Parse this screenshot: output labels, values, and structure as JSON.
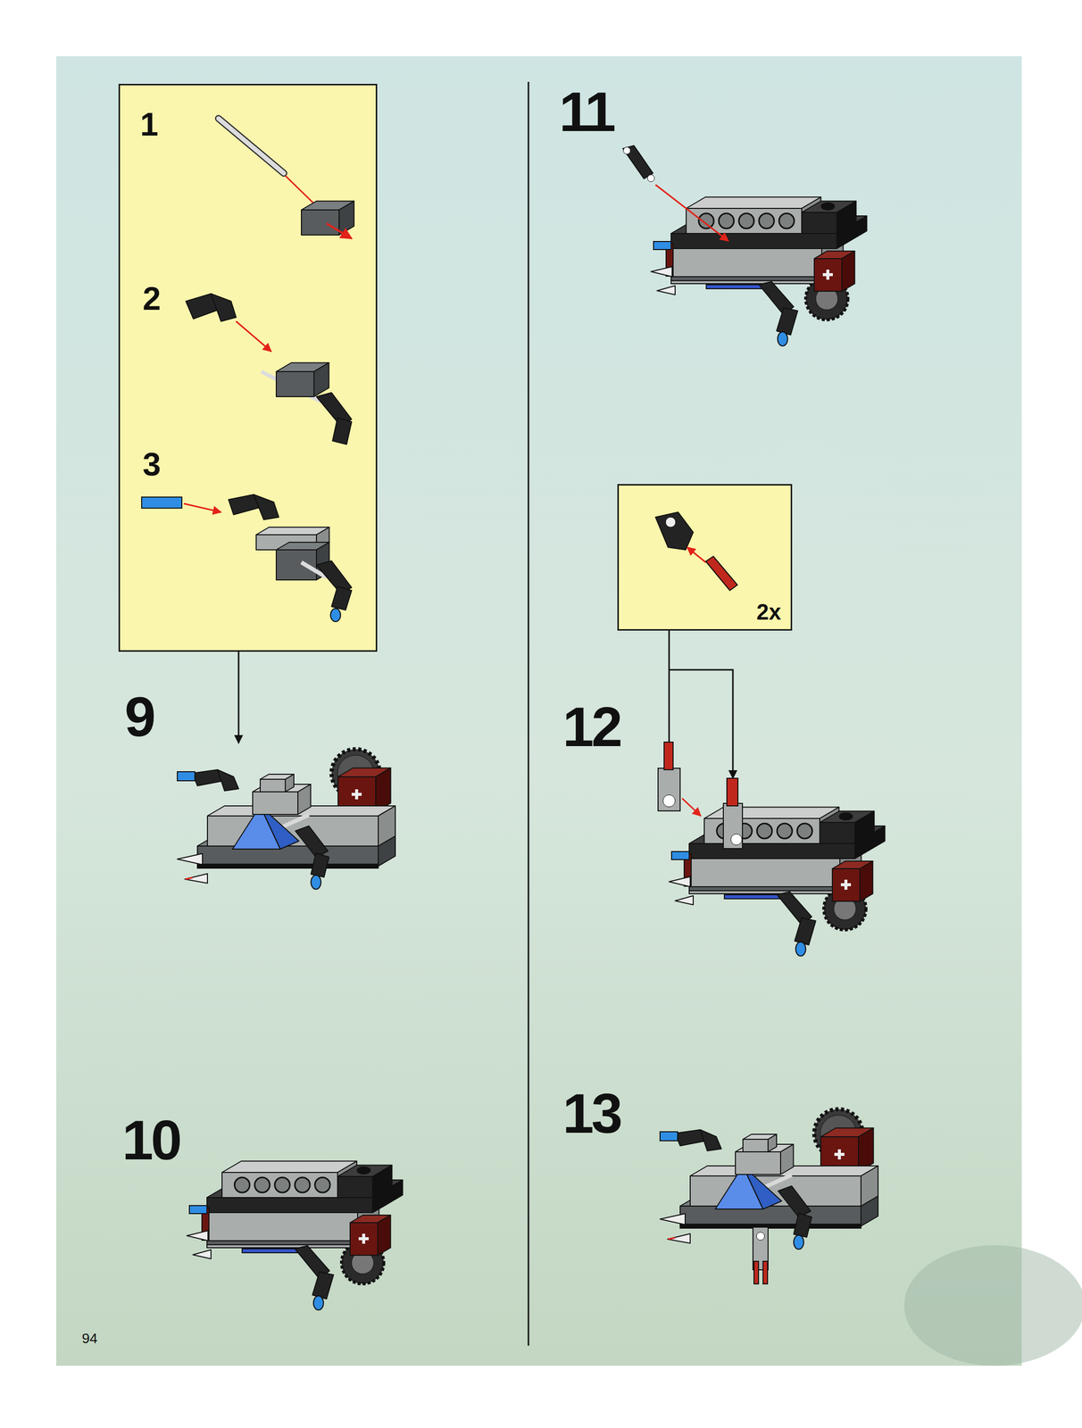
{
  "diagram": {
    "nodes": [
      {
        "text": [
          "1",
          "2",
          "3"
        ]
      },
      {
        "text": [
          "2x"
        ]
      }
    ],
    "labels": [
      "9",
      "10",
      "11",
      "12",
      "13",
      "94"
    ]
  }
}
